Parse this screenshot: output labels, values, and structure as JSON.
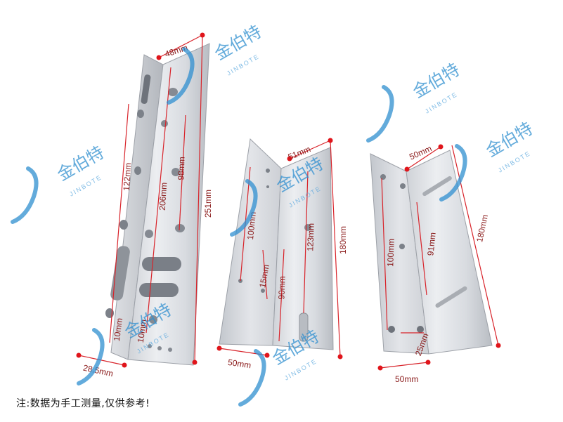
{
  "note": "注:数据为手工测量,仅供参考!",
  "watermark": {
    "cn": "金伯特",
    "en": "JINBOTE",
    "color": "#2f8fd0"
  },
  "dims": {
    "p1_top": "48mm",
    "p1_height": "251mm",
    "p1_a": "122mm",
    "p1_b": "206mm",
    "p1_c": "98mm",
    "p1_d": "10mm",
    "p1_e": "10mm",
    "p1_width": "28.5mm",
    "p2_top": "51mm",
    "p2_height": "180mm",
    "p2_a": "100mm",
    "p2_b": "15mm",
    "p2_c": "123mm",
    "p2_d": "90mm",
    "p2_width": "50mm",
    "p3_top": "50mm",
    "p3_height": "180mm",
    "p3_a": "100mm",
    "p3_b": "91mm",
    "p3_c": "25mm",
    "p3_width": "50mm"
  },
  "colors": {
    "dimension_line": "#d8232a",
    "dimension_dot": "#e0151b",
    "metal_light": "#e4e6ea",
    "metal_dark": "#a9adb4"
  }
}
